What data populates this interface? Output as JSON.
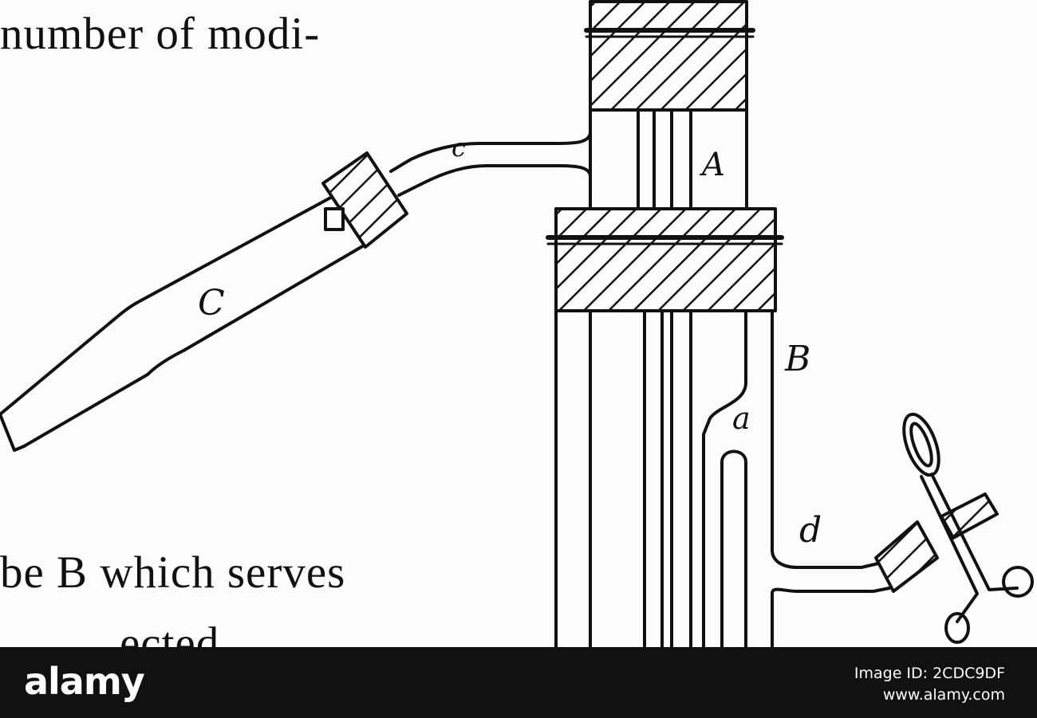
{
  "figure": {
    "text_top": "number of modi-",
    "text_bottom": "be B which serves",
    "text_tail": "ected",
    "labels": {
      "A": "A",
      "B": "B",
      "C": "C",
      "a": "a",
      "c": "c",
      "d": "d"
    }
  },
  "footer": {
    "brand": "alamy",
    "image_id": "Image ID: 2CDC9DF",
    "website": "www.alamy.com",
    "background": "#111111"
  }
}
